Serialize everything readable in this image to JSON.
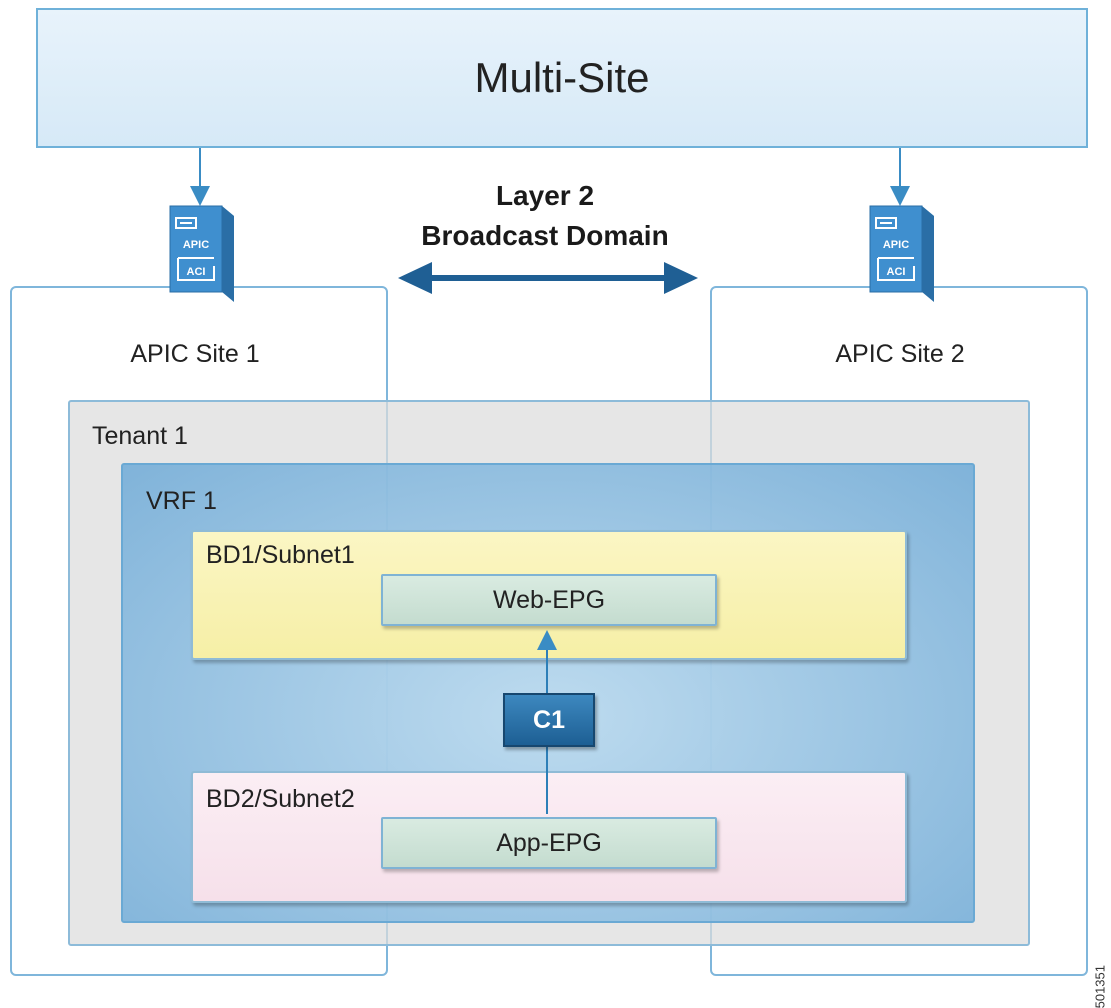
{
  "title": "Multi-Site",
  "domain_label": {
    "line1": "Layer 2",
    "line2": "Broadcast Domain"
  },
  "sites": [
    {
      "label": "APIC Site 1",
      "icon": "apic-controller-icon",
      "icon_text_top": "APIC",
      "icon_text_bottom": "ACI"
    },
    {
      "label": "APIC Site 2",
      "icon": "apic-controller-icon",
      "icon_text_top": "APIC",
      "icon_text_bottom": "ACI"
    }
  ],
  "tenant": {
    "label": "Tenant 1"
  },
  "vrf": {
    "label": "VRF 1"
  },
  "bridge_domains": [
    {
      "label": "BD1/Subnet1",
      "epg": "Web-EPG",
      "color": "#f8f2b4"
    },
    {
      "label": "BD2/Subnet2",
      "epg": "App-EPG",
      "color": "#f8e6ee"
    }
  ],
  "contract": {
    "label": "C1"
  },
  "figure_id": "501351",
  "colors": {
    "accent": "#1f5f94",
    "border": "#6fb1d9"
  }
}
